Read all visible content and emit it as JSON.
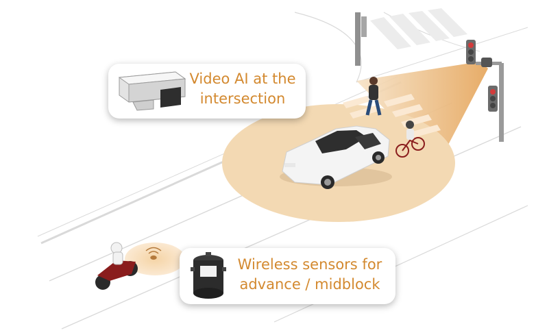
{
  "callouts": {
    "video": {
      "line1": "Video AI at the",
      "line2": "intersection"
    },
    "wireless": {
      "line1": "Wireless sensors for",
      "line2": "advance / midblock"
    }
  },
  "colors": {
    "accent": "#d3892f",
    "detection_zone": "#f3d9b3",
    "road_line": "#d9d9d9",
    "pole": "#9a9a9a"
  },
  "icons": [
    "video-camera-icon",
    "wireless-sensor-icon",
    "traffic-light-icon",
    "car-icon",
    "pedestrian-icon",
    "cyclist-icon",
    "motorcycle-icon"
  ]
}
